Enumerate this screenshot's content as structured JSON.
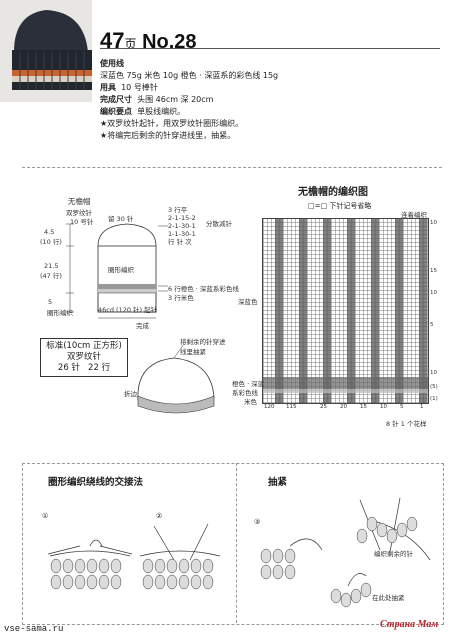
{
  "header": {
    "page": "47",
    "page_unit": "页",
    "pattern_no": "No.28"
  },
  "materials": {
    "yarn_title": "使用线",
    "yarn_line": "深蓝色  75g   米色  10g   橙色 · 深蓝系的彩色线  15g",
    "tool_label": "用具",
    "tool_value": "10 号棒针",
    "size_label": "完成尺寸",
    "size_value": "头围 46cm   深 20cm",
    "points_label": "编织要点",
    "points_value": "单股线编织。",
    "note1": "★双罗纹针起针，用双罗纹针圈形编织。",
    "note2": "★将编完后剩余的针穿进线里，抽紧。"
  },
  "schematic": {
    "title": "无檐帽",
    "subtitle1": "双罗纹针",
    "subtitle2": "10 号针",
    "top_label": "留 30 针",
    "dim_left1": "4.5",
    "dim_left1b": "(10 行)",
    "dim_left2": "21.5",
    "dim_left2b": "(47 行)",
    "dim_left3": "5",
    "body_label": "圈形编织",
    "dec_label": "分散减针",
    "dec_rows": [
      "3 行平",
      "2-1-15-2",
      "2-1-30-1",
      "1-1-30-1"
    ],
    "dec_note": "行  针  次",
    "stripe1": "6 行橙色 · 深蓝系彩色线",
    "stripe2": "3 行米色",
    "bottom_label": "46cd (120 针) 起针",
    "rib_label": "圈形编织",
    "finish": "完成"
  },
  "gauge": {
    "line1": "标准(10cm 正方形)",
    "line2": "双罗纹针",
    "stitches": "26 针",
    "rows": "22 行"
  },
  "finished": {
    "label1": "将剩余的针穿进",
    "label2": "线里抽紧",
    "label3": "折边"
  },
  "chart": {
    "title": "无檐帽的编织图",
    "legend": "□=□  下针记号省略",
    "end_label": "连着编织",
    "deep_blue": "深蓝色",
    "orange": "橙色 · 深蓝",
    "orange2": "系彩色线",
    "beige": "米色",
    "repeat": "8 针 1 个花样",
    "x_ticks": [
      "120",
      "115",
      "25",
      "20",
      "15",
      "10",
      "5",
      "1"
    ],
    "y_ticks": [
      "10",
      "15",
      "10",
      "5",
      "10",
      "(5)",
      "(1)"
    ]
  },
  "bottom": {
    "left_title": "圈形编织绕线的交接法",
    "right_title": "抽紧",
    "step1": "①",
    "step2": "②",
    "step3": "③",
    "note_right1": "编织剩余的针",
    "note_right2": "在此处抽紧"
  },
  "watermark": {
    "left": "vse-sama.ru",
    "right": "Страна Мам"
  }
}
